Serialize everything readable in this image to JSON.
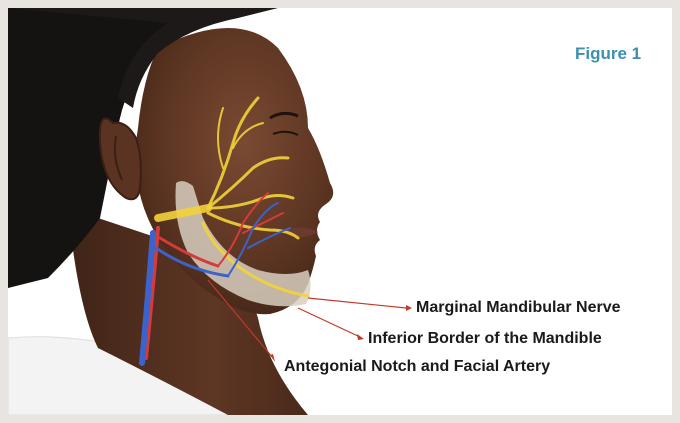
{
  "figure": {
    "label": "Figure 1"
  },
  "callouts": [
    {
      "id": "marginal-mandibular-nerve",
      "text": "Marginal Mandibular Nerve"
    },
    {
      "id": "inferior-border-mandible",
      "text": "Inferior Border of the Mandible"
    },
    {
      "id": "antegonial-notch-facial-artery",
      "text": "Antegonial Notch and Facial Artery"
    }
  ],
  "colors": {
    "background": "#e8e4e0",
    "accent_label": "#3b8fb0",
    "pointer_line": "#c0392b",
    "nerve": "#f2d33a",
    "artery": "#d63b3b",
    "vein": "#3b63c9",
    "bone": "#d8cfbf",
    "skin": "#5a3424",
    "hair": "#151212",
    "garment": "#f4f4f4"
  }
}
